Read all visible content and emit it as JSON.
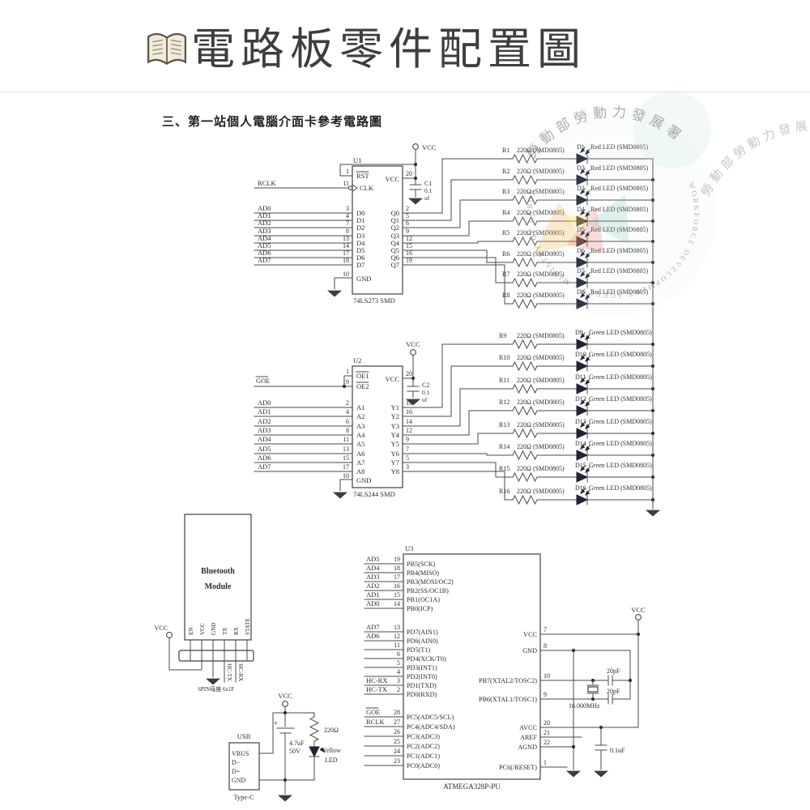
{
  "header": {
    "title": "電路板零件配置圖",
    "subtitle": "三、第一站個人電腦介面卡參考電路圖"
  },
  "watermark": {
    "arc_text": "勞動部勞動力發展署",
    "ring_text": "WORKFORCE DEVELOPMENT AGENCY · MINISTRY OF LABOR ·",
    "teal": "#5fa89f",
    "orange": "#f2a93b",
    "red": "#e2574c",
    "yellow": "#ffe24a"
  },
  "nets": {
    "vcc": "VCC"
  },
  "u1": {
    "ref": "U1",
    "part": "74LS273 SMD",
    "vcc_pin": {
      "num": "20",
      "name": "VCC"
    },
    "gnd_pin": {
      "num": "10",
      "name": "GND"
    },
    "rst_pin": {
      "num": "1",
      "name": "RST"
    },
    "clk_pin": {
      "num": "11",
      "name": "CLK",
      "signal": "RCLK"
    },
    "cap": {
      "ref": "C1",
      "val": "0.1",
      "unit": "uf"
    },
    "inputs": [
      {
        "signal": "AD0",
        "num": "3",
        "name": "D0"
      },
      {
        "signal": "AD1",
        "num": "4",
        "name": "D1"
      },
      {
        "signal": "AD2",
        "num": "7",
        "name": "D2"
      },
      {
        "signal": "AD3",
        "num": "8",
        "name": "D3"
      },
      {
        "signal": "AD4",
        "num": "13",
        "name": "D4"
      },
      {
        "signal": "AD5",
        "num": "14",
        "name": "D5"
      },
      {
        "signal": "AD6",
        "num": "17",
        "name": "D6"
      },
      {
        "signal": "AD7",
        "num": "18",
        "name": "D7"
      }
    ],
    "outputs": [
      {
        "num": "2",
        "name": "Q0"
      },
      {
        "num": "5",
        "name": "Q1"
      },
      {
        "num": "6",
        "name": "Q2"
      },
      {
        "num": "9",
        "name": "Q3"
      },
      {
        "num": "12",
        "name": "Q4"
      },
      {
        "num": "15",
        "name": "Q5"
      },
      {
        "num": "16",
        "name": "Q6"
      },
      {
        "num": "19",
        "name": "Q7"
      }
    ]
  },
  "red_rows": [
    {
      "r": "R1",
      "rv": "220Ω (SMD0805)",
      "d": "D1",
      "dv": "Red LED (SMD0805)"
    },
    {
      "r": "R2",
      "rv": "220Ω (SMD0805)",
      "d": "D2",
      "dv": "Red LED (SMD0805)"
    },
    {
      "r": "R3",
      "rv": "220Ω (SMD0805)",
      "d": "D3",
      "dv": "Red LED (SMD0805)"
    },
    {
      "r": "R4",
      "rv": "220Ω (SMD0805)",
      "d": "D4",
      "dv": "Red LED (SMD0805)"
    },
    {
      "r": "R5",
      "rv": "220Ω (SMD0805)",
      "d": "D5",
      "dv": "Red LED (SMD0805)"
    },
    {
      "r": "R6",
      "rv": "220Ω (SMD0805)",
      "d": "D6",
      "dv": "Red LED (SMD0805)"
    },
    {
      "r": "R7",
      "rv": "220Ω (SMD0805)",
      "d": "D7",
      "dv": "Red LED (SMD0805)"
    },
    {
      "r": "R8",
      "rv": "220Ω (SMD0805)",
      "d": "D8",
      "dv": "Red LED (SMD0805)"
    }
  ],
  "u2": {
    "ref": "U2",
    "part": "74LS244 SMD",
    "vcc_pin": {
      "num": "20",
      "name": "VCC"
    },
    "gnd_pin": {
      "num": "10",
      "name": "GND"
    },
    "oe1": {
      "num": "1",
      "name": "OE1"
    },
    "oe2": {
      "num": "19",
      "name": "OE2",
      "signal": "GOE"
    },
    "cap": {
      "ref": "C2",
      "val": "0.1",
      "unit": "uf"
    },
    "inputs": [
      {
        "signal": "AD0",
        "num": "2",
        "name": "A1"
      },
      {
        "signal": "AD1",
        "num": "4",
        "name": "A2"
      },
      {
        "signal": "AD2",
        "num": "6",
        "name": "A3"
      },
      {
        "signal": "AD3",
        "num": "8",
        "name": "A4"
      },
      {
        "signal": "AD4",
        "num": "11",
        "name": "A5"
      },
      {
        "signal": "AD5",
        "num": "13",
        "name": "A6"
      },
      {
        "signal": "AD6",
        "num": "15",
        "name": "A7"
      },
      {
        "signal": "AD7",
        "num": "17",
        "name": "A8"
      }
    ],
    "outputs": [
      {
        "num": "18",
        "name": "Y1"
      },
      {
        "num": "16",
        "name": "Y2"
      },
      {
        "num": "14",
        "name": "Y3"
      },
      {
        "num": "12",
        "name": "Y4"
      },
      {
        "num": "9",
        "name": "Y5"
      },
      {
        "num": "7",
        "name": "Y6"
      },
      {
        "num": "5",
        "name": "Y7"
      },
      {
        "num": "3",
        "name": "Y8"
      }
    ]
  },
  "green_rows": [
    {
      "r": "R9",
      "rv": "220Ω (SMD0805)",
      "d": "D9",
      "dv": "Green LED (SMD0805)"
    },
    {
      "r": "R10",
      "rv": "220Ω (SMD0805)",
      "d": "D10",
      "dv": "Green LED (SMD0805)"
    },
    {
      "r": "R11",
      "rv": "220Ω (SMD0805)",
      "d": "D11",
      "dv": "Green LED (SMD0805)"
    },
    {
      "r": "R12",
      "rv": "220Ω (SMD0805)",
      "d": "D12",
      "dv": "Green LED (SMD0805)"
    },
    {
      "r": "R13",
      "rv": "220Ω (SMD0805)",
      "d": "D13",
      "dv": "Green LED (SMD0805)"
    },
    {
      "r": "R14",
      "rv": "220Ω (SMD0805)",
      "d": "D14",
      "dv": "Green LED (SMD0805)"
    },
    {
      "r": "R15",
      "rv": "220Ω (SMD0805)",
      "d": "D15",
      "dv": "Green LED (SMD0805)"
    },
    {
      "r": "R16",
      "rv": "220Ω (SMD0805)",
      "d": "D16",
      "dv": "Green LED (SMD0805)"
    }
  ],
  "bluetooth": {
    "name1": "Bluetooth",
    "name2": "Module",
    "pins": [
      "EN",
      "VCC",
      "GND",
      "TX",
      "RX",
      "STATE"
    ],
    "below_labels": [
      "",
      "",
      "",
      "HC-TX",
      "HC-RX",
      ""
    ],
    "connector": "6PIN母座 6x1F"
  },
  "u3": {
    "ref": "U3",
    "part": "ATMEGA328P-PU",
    "left_groups": [
      [
        {
          "sig": "AD5",
          "num": "19",
          "name": "PB5(SCK)"
        },
        {
          "sig": "AD4",
          "num": "18",
          "name": "PB4(MISO)"
        },
        {
          "sig": "AD3",
          "num": "17",
          "name": "PB3(MOSI/OC2)"
        },
        {
          "sig": "AD2",
          "num": "16",
          "name": "PB2(SS/OC1B)"
        },
        {
          "sig": "AD1",
          "num": "15",
          "name": "PB1(OC1A)"
        },
        {
          "sig": "AD0",
          "num": "14",
          "name": "PB0(ICP)"
        }
      ],
      [
        {
          "sig": "AD7",
          "num": "13",
          "name": "PD7(AIN1)"
        },
        {
          "sig": "AD6",
          "num": "12",
          "name": "PD6(AIN0)"
        },
        {
          "sig": "",
          "num": "11",
          "name": "PD5(T1)"
        },
        {
          "sig": "",
          "num": "6",
          "name": "PD4(XCK/T0)"
        },
        {
          "sig": "",
          "num": "5",
          "name": "PD3(INT1)"
        },
        {
          "sig": "",
          "num": "4",
          "name": "PD2(INT0)"
        },
        {
          "sig": "HC-RX",
          "num": "3",
          "name": "PD1(TXD)"
        },
        {
          "sig": "HC-TX",
          "num": "2",
          "name": "PD0(RXD)"
        }
      ],
      [
        {
          "sig": "GOE",
          "ov": true,
          "num": "28",
          "name": "PC5(ADC5/SCL)"
        },
        {
          "sig": "RCLK",
          "num": "27",
          "name": "PC4(ADC4/SDA)"
        },
        {
          "sig": "",
          "num": "26",
          "name": "PC3(ADC3)"
        },
        {
          "sig": "",
          "num": "25",
          "name": "PC2(ADC2)"
        },
        {
          "sig": "",
          "num": "24",
          "name": "PC1(ADC1)"
        },
        {
          "sig": "",
          "num": "23",
          "name": "PC0(ADC0)"
        }
      ]
    ],
    "right_pins": [
      {
        "name": "VCC",
        "num": "7"
      },
      {
        "name": "GND",
        "num": "8"
      },
      {
        "name": "PB7(XTAL2/TOSC2)",
        "num": "10"
      },
      {
        "name": "PB6(XTAL1/TOSC1)",
        "num": "9"
      },
      {
        "name": "AVCC",
        "num": "20"
      },
      {
        "name": "AREF",
        "num": "21"
      },
      {
        "name": "AGND",
        "num": "22"
      },
      {
        "name": "PC6(/RESET)",
        "num": "1"
      }
    ],
    "xtal": "16.000MHz",
    "cap_top": "20pF",
    "cap_bottom": "20pF",
    "cap_avcc": "0.1uF"
  },
  "usb": {
    "title": "USB",
    "sub": "Type-C",
    "pins": [
      "VBUS",
      "D−",
      "D+",
      "GND"
    ],
    "cap_plus": "+",
    "cap_val": "4.7uF",
    "cap_volt": "50V",
    "res": "220Ω",
    "led_l1": "Yellow",
    "led_l2": "LED"
  }
}
